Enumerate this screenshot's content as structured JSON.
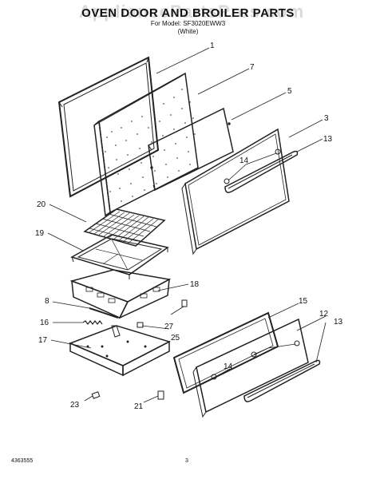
{
  "header": {
    "title": "OVEN DOOR AND BROILER PARTS",
    "model": "For Model: SF3020EWW3",
    "color": "(White)"
  },
  "watermark": "AppliancePartsPros.com",
  "callouts": {
    "p1": "1",
    "p7": "7",
    "p5": "5",
    "p3": "3",
    "p13a": "13",
    "p14a": "14",
    "p20": "20",
    "p19": "19",
    "p18": "18",
    "p8": "8",
    "p16": "16",
    "p17": "17",
    "p27": "27",
    "p25": "25",
    "p15": "15",
    "p12": "12",
    "p13b": "13",
    "p14b": "14",
    "p23": "23",
    "p21": "21"
  },
  "footer": {
    "part_number": "4363555",
    "page": "3"
  }
}
